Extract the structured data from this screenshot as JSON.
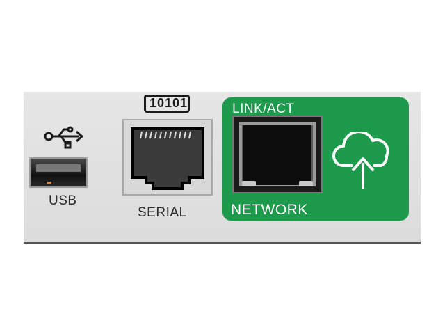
{
  "panel": {
    "background_color": "#e0e0e0",
    "accent_color": "#1d9a4c"
  },
  "usb": {
    "label": "USB",
    "icon": "usb-icon"
  },
  "serial": {
    "label": "SERIAL",
    "icon": "binary-10101-icon",
    "icon_text": "10101"
  },
  "network": {
    "top_label": "LINK/ACT",
    "bottom_label": "NETWORK",
    "icon": "cloud-upload-icon"
  }
}
